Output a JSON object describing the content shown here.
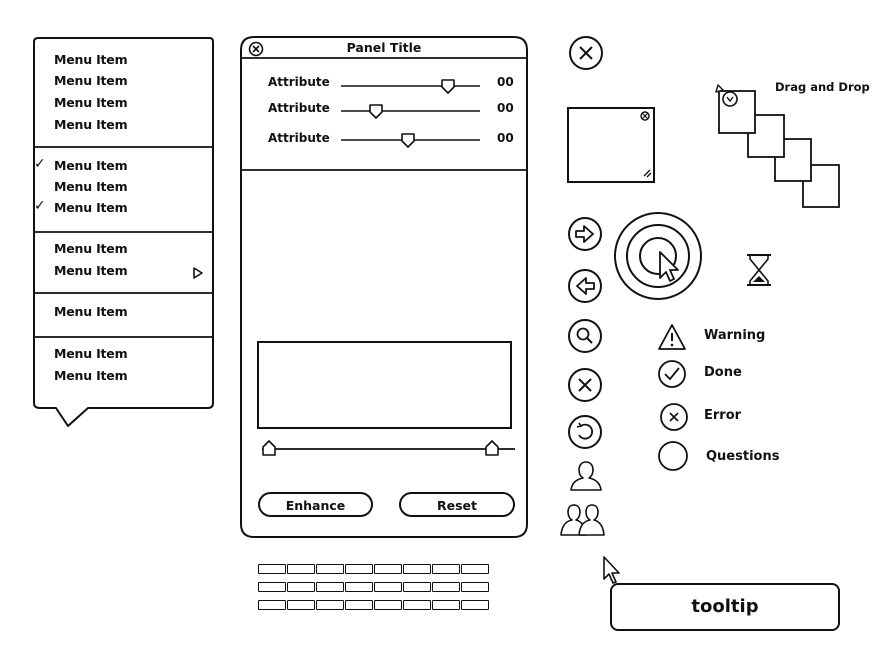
{
  "menu": {
    "groups": [
      {
        "items": [
          {
            "label": "Menu Item",
            "checked": false
          },
          {
            "label": "Menu Item",
            "checked": false
          },
          {
            "label": "Menu Item",
            "checked": false
          },
          {
            "label": "Menu Item",
            "checked": false
          }
        ]
      },
      {
        "items": [
          {
            "label": "Menu Item",
            "checked": true
          },
          {
            "label": "Menu Item",
            "checked": false
          },
          {
            "label": "Menu Item",
            "checked": true
          }
        ]
      },
      {
        "items": [
          {
            "label": "Menu Item",
            "checked": false
          },
          {
            "label": "Menu Item",
            "checked": false,
            "submenu": true
          }
        ]
      },
      {
        "items": [
          {
            "label": "Menu Item",
            "checked": false
          }
        ]
      },
      {
        "items": [
          {
            "label": "Menu Item",
            "checked": false
          },
          {
            "label": "Menu Item",
            "checked": false
          }
        ]
      }
    ],
    "check_glyph": "✓"
  },
  "panel": {
    "title": "Panel Title",
    "attributes": [
      {
        "label": "Attribute",
        "value": "00",
        "level": 0.77
      },
      {
        "label": "Attribute",
        "value": "00",
        "level": 0.25
      },
      {
        "label": "Attribute",
        "value": "00",
        "level": 0.48
      }
    ],
    "range": {
      "low": 0.0,
      "high": 0.88
    },
    "buttons": {
      "enhance": "Enhance",
      "reset": "Reset"
    }
  },
  "drag_drop": {
    "label": "Drag and Drop"
  },
  "statuses": [
    {
      "label": "Warning",
      "icon": "warning-icon"
    },
    {
      "label": "Done",
      "icon": "check-circle-icon"
    },
    {
      "label": "Error",
      "icon": "error-circle-icon"
    },
    {
      "label": "Questions",
      "icon": "empty-circle-icon"
    }
  ],
  "tooltip": {
    "text": "tooltip"
  }
}
